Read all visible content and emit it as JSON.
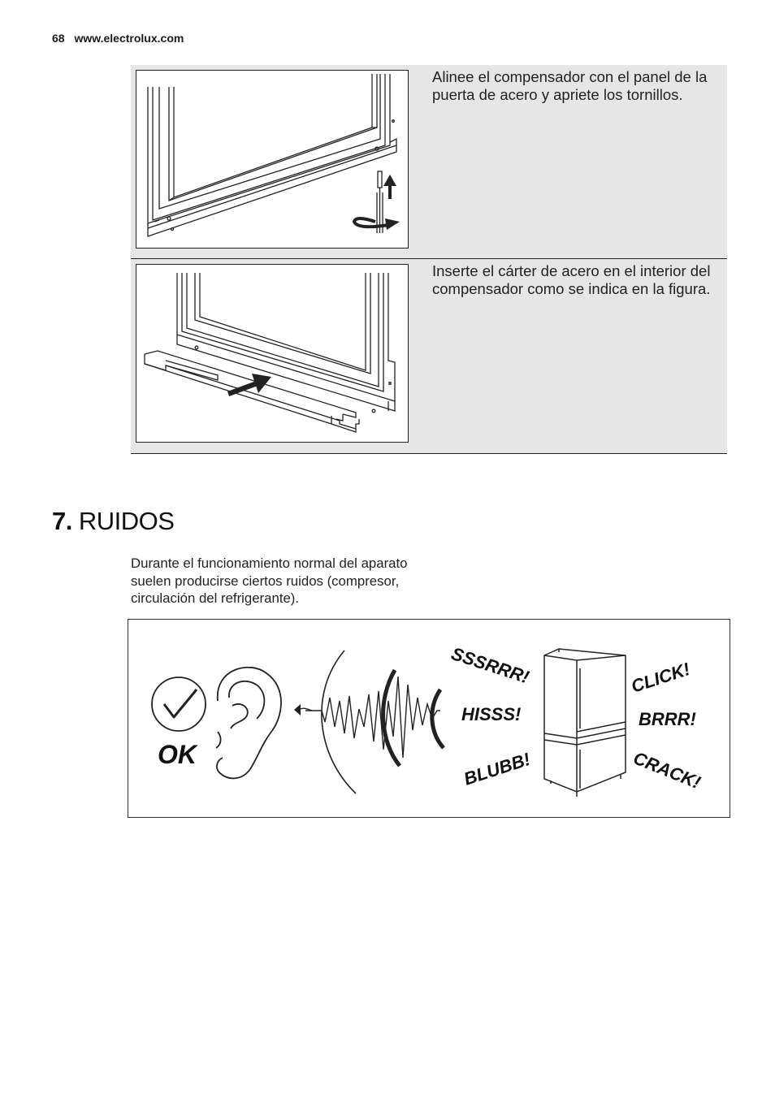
{
  "header": {
    "page_number": "68",
    "website": "www.electrolux.com"
  },
  "steps": [
    {
      "text": "Alinee el compensador con el panel de la puerta de acero y apriete los tornillos."
    },
    {
      "text": "Inserte el cárter de acero en el interior del compensador como se indica en la figura."
    }
  ],
  "section": {
    "number": "7.",
    "title": "RUIDOS"
  },
  "intro": "Durante el funcionamiento normal del aparato suelen producirse ciertos ruidos (compresor, circulación del refrigerante).",
  "noise_figure": {
    "ok_label": "OK",
    "sounds": [
      "SSSRRR!",
      "HISSS!",
      "BLUBB!",
      "CLICK!",
      "BRRR!",
      "CRACK!"
    ]
  }
}
